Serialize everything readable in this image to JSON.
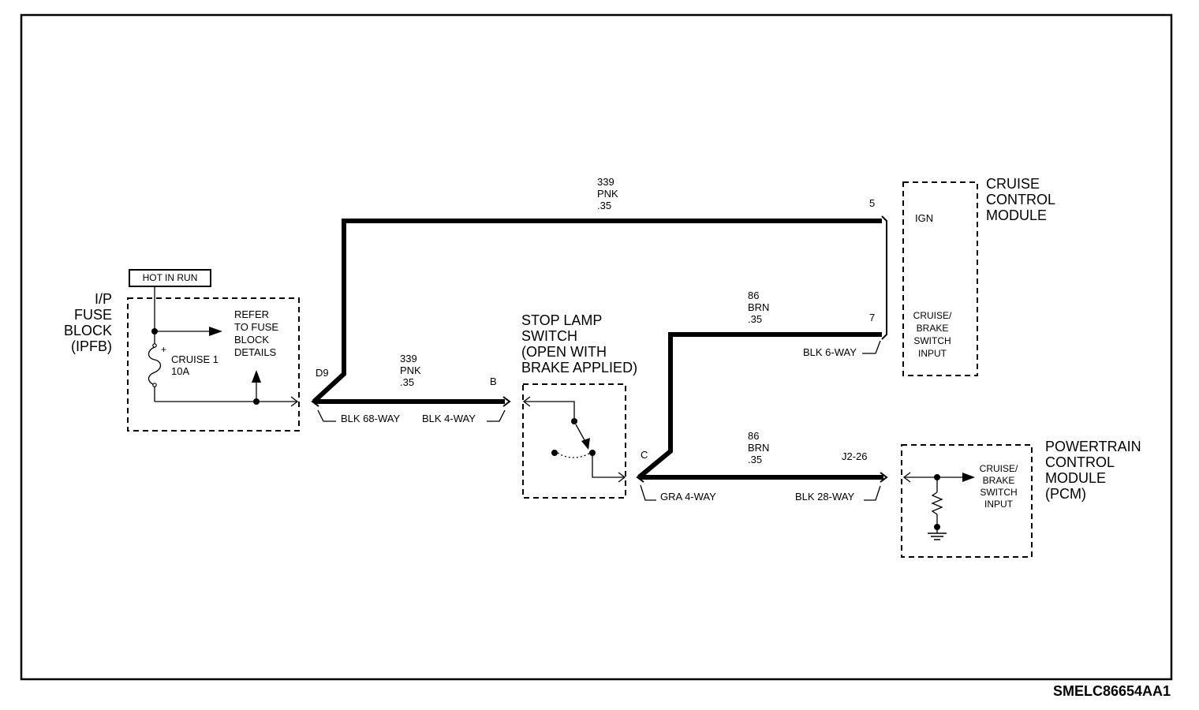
{
  "diagram": {
    "document_id": "SMELC86654AA1",
    "hot_label": "HOT IN RUN",
    "fuse_block": {
      "name_lines": [
        "I/P",
        "FUSE",
        "BLOCK",
        "(IPFB)"
      ],
      "refer_lines": [
        "REFER",
        "TO FUSE",
        "BLOCK",
        "DETAILS"
      ],
      "fuse_lines": [
        "CRUISE 1",
        "10A"
      ],
      "plus": "+"
    },
    "stop_lamp_switch": {
      "name_lines": [
        "STOP LAMP",
        "SWITCH",
        "(OPEN WITH",
        "BRAKE APPLIED)"
      ]
    },
    "cruise_module": {
      "name_lines": [
        "CRUISE",
        "CONTROL",
        "MODULE"
      ],
      "ign_label": "IGN",
      "input_lines": [
        "CRUISE/",
        "BRAKE",
        "SWITCH",
        "INPUT"
      ]
    },
    "pcm": {
      "name_lines": [
        "POWERTRAIN",
        "CONTROL",
        "MODULE",
        "(PCM)"
      ],
      "input_lines": [
        "CRUISE/",
        "BRAKE",
        "SWITCH",
        "INPUT"
      ]
    },
    "wires": {
      "top": [
        "339",
        "PNK",
        ".35"
      ],
      "mid": [
        "86",
        "BRN",
        ".35"
      ],
      "left": [
        "339",
        "PNK",
        ".35"
      ],
      "bottom": [
        "86",
        "BRN",
        ".35"
      ]
    },
    "pins": {
      "d9": "D9",
      "b": "B",
      "c": "C",
      "five": "5",
      "seven": "7",
      "j2": "J2-26"
    },
    "connectors": {
      "blk68": "BLK 68-WAY",
      "blk4": "BLK 4-WAY",
      "gra4": "GRA 4-WAY",
      "blk28": "BLK 28-WAY",
      "blk6": "BLK 6-WAY"
    }
  }
}
